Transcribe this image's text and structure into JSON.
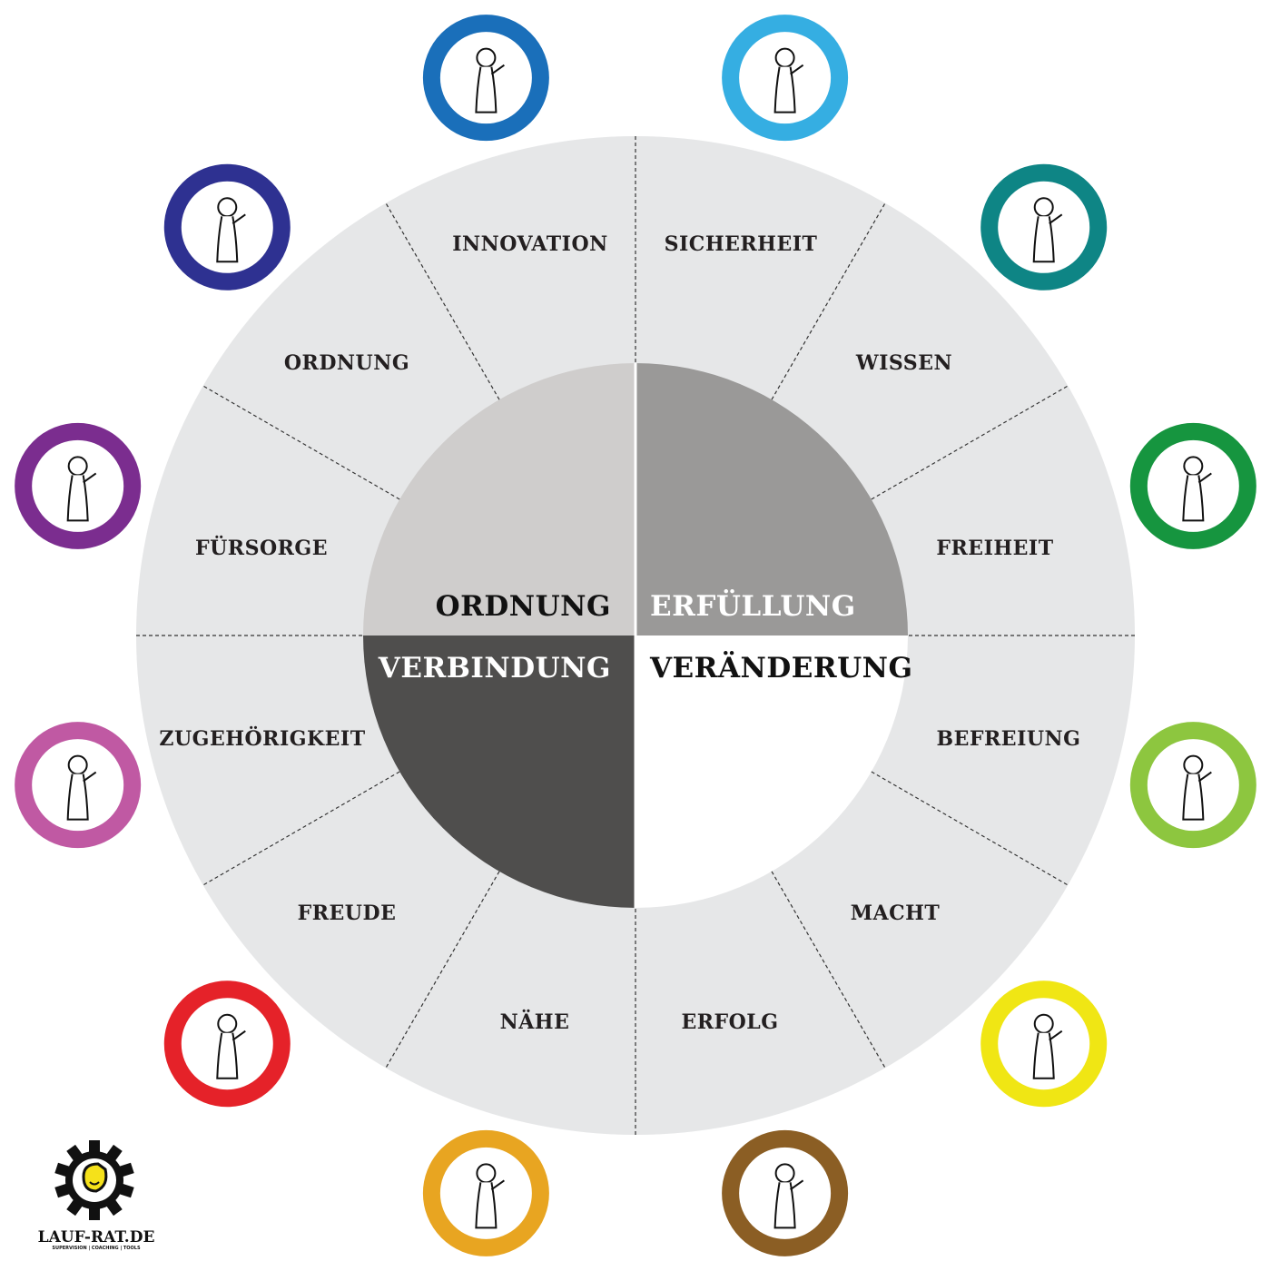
{
  "segments": [
    "INNOVATION",
    "SICHERHEIT",
    "WISSEN",
    "FREIHEIT",
    "BEFREIUNG",
    "MACHT",
    "ERFOLG",
    "NÄHE",
    "FREUDE",
    "ZUGEHÖRIGKEIT",
    "FÜRSORGE",
    "ORDNUNG"
  ],
  "quadrants": {
    "top_left": "ORDNUNG",
    "top_right": "ERFÜLLUNG",
    "bottom_left": "VERBINDUNG",
    "bottom_right": "VERÄNDERUNG"
  },
  "quadrant_colors": {
    "top_left": "#cfcdcc",
    "top_right": "#9a9998",
    "bottom_left": "#4f4e4d",
    "bottom_right": "#ffffff"
  },
  "ring_color": "#e6e7e8",
  "archetype_icons": [
    {
      "name": "innovator-icon",
      "color": "#35aee2"
    },
    {
      "name": "innocent-icon",
      "color": "#0e8585"
    },
    {
      "name": "sage-icon",
      "color": "#16953f"
    },
    {
      "name": "explorer-icon",
      "color": "#8dc63f"
    },
    {
      "name": "rebel-icon",
      "color": "#f0e614"
    },
    {
      "name": "magician-icon",
      "color": "#8b5e24"
    },
    {
      "name": "hero-icon",
      "color": "#e8a521"
    },
    {
      "name": "lover-icon",
      "color": "#e52229"
    },
    {
      "name": "jester-icon",
      "color": "#c059a3"
    },
    {
      "name": "everyman-icon",
      "color": "#7b2d8f"
    },
    {
      "name": "caregiver-icon",
      "color": "#2e3191"
    },
    {
      "name": "ruler-icon",
      "color": "#1a6fba"
    }
  ],
  "logo": {
    "title": "LAUF-RAT.DE",
    "subtitle": "SUPERVISION | COACHING | TOOLS"
  }
}
